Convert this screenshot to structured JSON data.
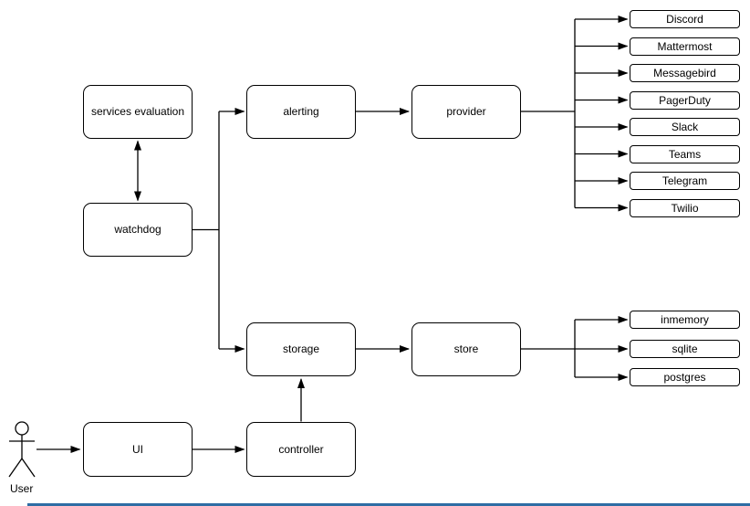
{
  "diagram": {
    "nodes": {
      "services_evaluation": "services evaluation",
      "watchdog": "watchdog",
      "alerting": "alerting",
      "provider": "provider",
      "storage": "storage",
      "store": "store",
      "ui": "UI",
      "controller": "controller"
    },
    "provider_targets": [
      "Discord",
      "Mattermost",
      "Messagebird",
      "PagerDuty",
      "Slack",
      "Teams",
      "Telegram",
      "Twilio"
    ],
    "store_targets": [
      "inmemory",
      "sqlite",
      "postgres"
    ],
    "actor_label": "User",
    "icons": {
      "user_actor": "stick-figure"
    },
    "colors": {
      "line": "#000000",
      "node_fill": "#ffffff",
      "background": "#ffffff",
      "bottom_bar": "#2e6da4"
    }
  }
}
